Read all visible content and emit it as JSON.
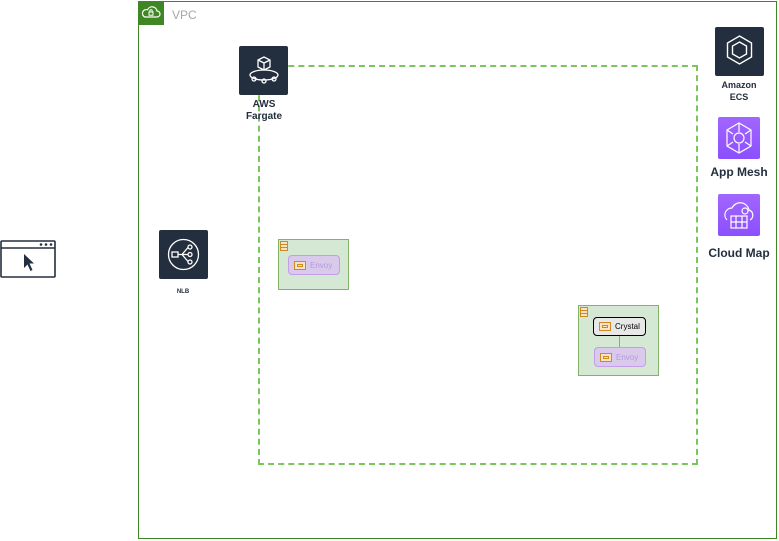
{
  "vpc": {
    "label": "VPC"
  },
  "fargate": {
    "label": "AWS\nFargate"
  },
  "nlb": {
    "label": "NLB"
  },
  "legend": {
    "ecs": "Amazon\nECS",
    "app_mesh": "App Mesh",
    "cloud_map": "Cloud Map"
  },
  "tasks": {
    "task1": {
      "container": "Envoy"
    },
    "task2": {
      "app_container": "Crystal",
      "sidecar": "Envoy"
    }
  },
  "colors": {
    "vpc_border": "#3f8624",
    "fargate_dash": "#7ac65c",
    "aws_dark": "#232f3e",
    "aws_purple": "#8c4fff",
    "task_fill": "#d5e8d4",
    "envoy_fill": "#d9c9ea"
  },
  "icons": [
    "browser-icon",
    "vpc-cloud-icon",
    "fargate-icon",
    "nlb-icon",
    "ecs-icon",
    "app-mesh-icon",
    "cloud-map-icon",
    "task-icon",
    "container-icon"
  ]
}
